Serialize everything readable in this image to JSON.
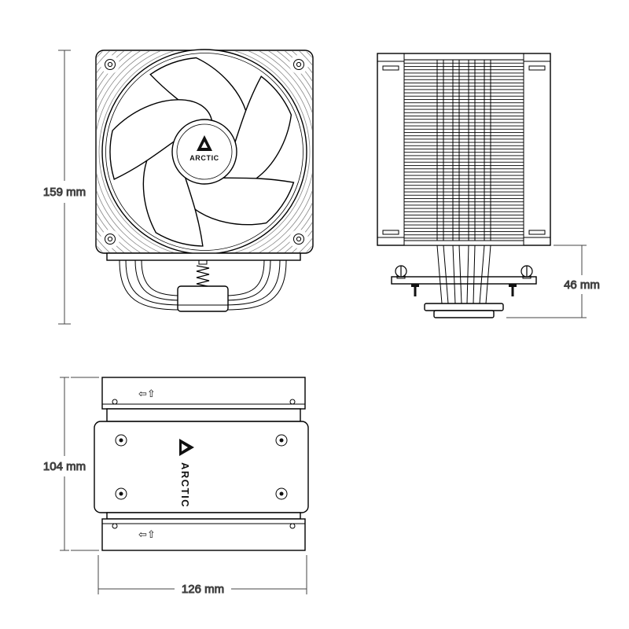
{
  "page": {
    "background": "#ffffff",
    "line_color": "#000000",
    "dimension_color": "#444444"
  },
  "brand": {
    "name": "ARCTIC"
  },
  "views": {
    "front": {
      "height_label": "159 mm"
    },
    "side": {
      "base_height_label": "46 mm"
    },
    "top": {
      "depth_label": "104 mm",
      "width_label": "126 mm",
      "airflow_icon": "⇦⇧"
    }
  }
}
